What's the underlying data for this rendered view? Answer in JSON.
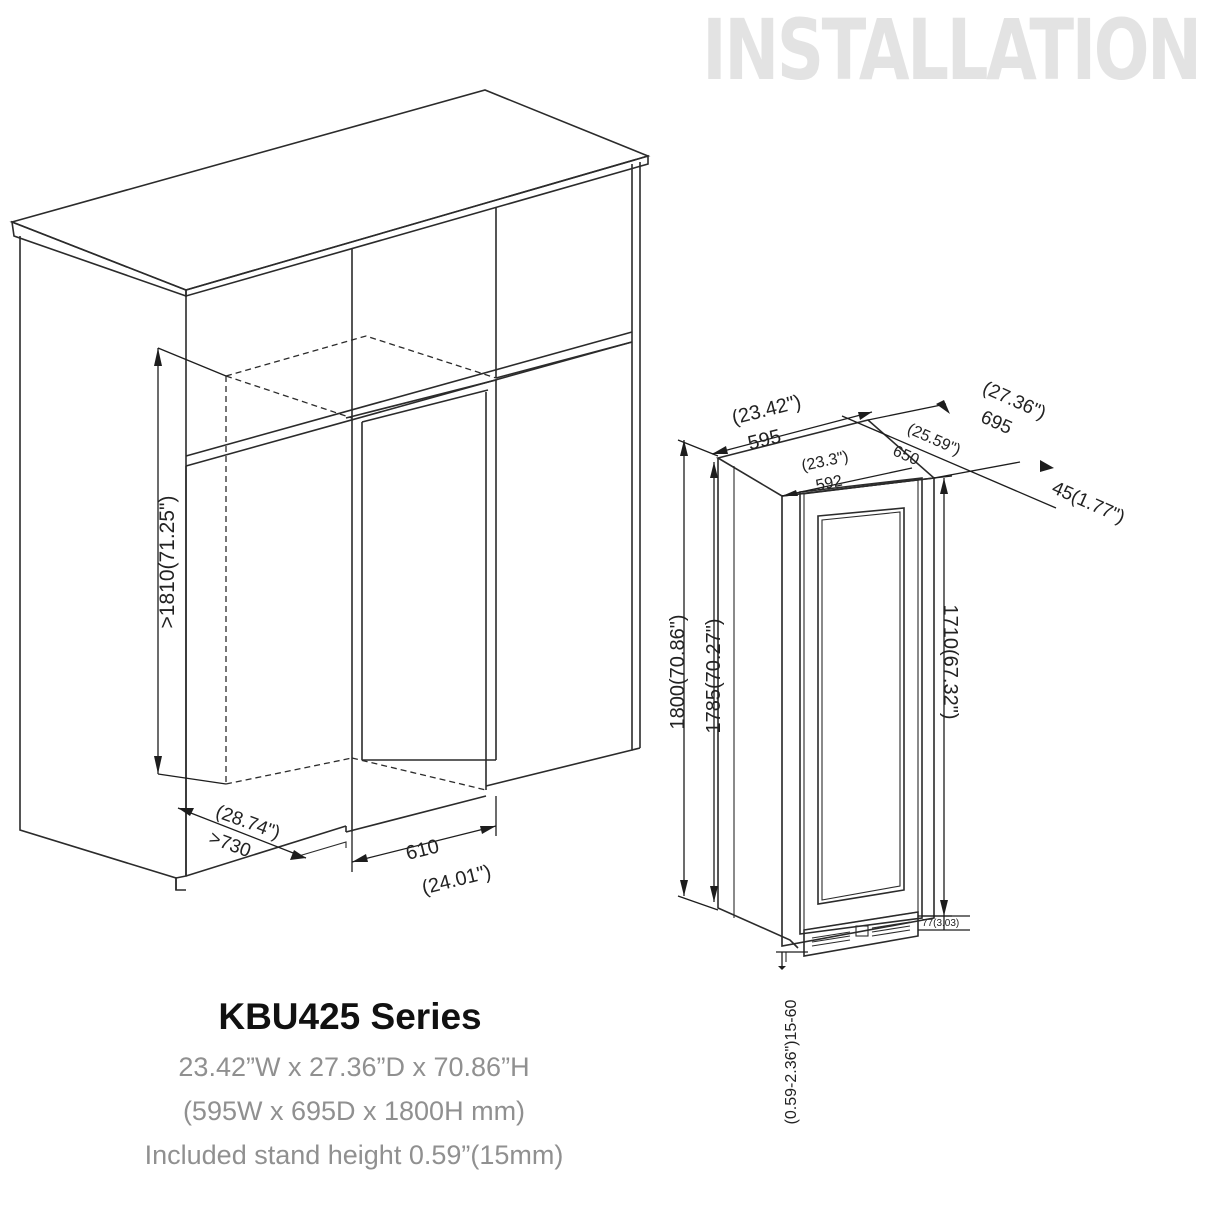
{
  "heading": "INSTALLATION",
  "product": {
    "series": "KBU425 Series",
    "dimensions_in": "23.42”W x 27.36”D x 70.86”H",
    "dimensions_mm": "(595W x 695D x 1800H mm)",
    "stand_note": "Included stand height 0.59”(15mm)"
  },
  "cabinet_dims": {
    "height": ">1810(71.25\")",
    "depth_in": "(28.74\")",
    "depth_mm": ">730",
    "width_mm": "610",
    "width_in": "(24.01\")"
  },
  "unit_dims": {
    "width_in": "(23.42\")",
    "width_mm": "595",
    "inner_width_in": "(23.3\")",
    "inner_width_mm": "592",
    "depth_in": "(27.36\")",
    "depth_mm": "695",
    "body_depth_in": "(25.59\")",
    "body_depth_mm": "650",
    "door_offset": "45(1.77\")",
    "total_height": "1800(70.86\")",
    "body_height": "1785(70.27\")",
    "door_height": "1710(67.32\")",
    "kick_height": "77(3.03)",
    "leg_range": "(0.59-2.36\")15-60"
  }
}
